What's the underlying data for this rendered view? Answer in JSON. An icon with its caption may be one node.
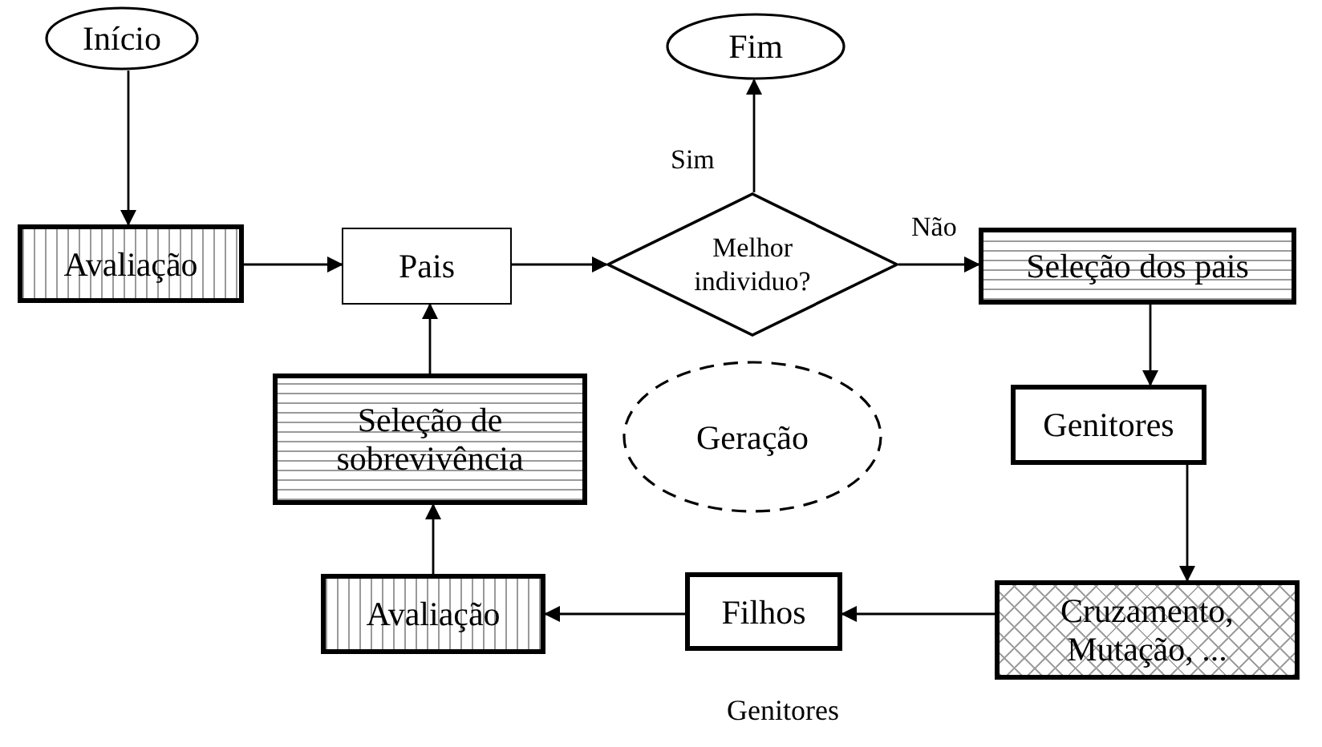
{
  "diagram": {
    "nodes": [
      {
        "text": [
          "Início"
        ]
      },
      {
        "text": [
          "Avaliação"
        ]
      },
      {
        "text": [
          "Pais"
        ]
      },
      {
        "text": [
          "Melhor individuo?"
        ]
      },
      {
        "text": [
          "Fim"
        ]
      },
      {
        "text": [
          "Seleção dos pais"
        ]
      },
      {
        "text": [
          "Genitores"
        ]
      },
      {
        "text": [
          "Cruzamento, Mutação, ..."
        ]
      },
      {
        "text": [
          "Filhos"
        ]
      },
      {
        "text": [
          "Avaliação"
        ]
      },
      {
        "text": [
          "Seleção de sobrevivência"
        ]
      },
      {
        "text": [
          "Geração"
        ]
      }
    ],
    "edges": [
      {
        "from": 0,
        "to": 1,
        "arrow": "to"
      },
      {
        "from": 1,
        "to": 2,
        "arrow": "to"
      },
      {
        "from": 2,
        "to": 3,
        "arrow": "to"
      },
      {
        "from": 3,
        "to": 4,
        "arrow": "to",
        "label": "Sim"
      },
      {
        "from": 3,
        "to": 5,
        "arrow": "to",
        "label": "Não"
      },
      {
        "from": 5,
        "to": 6,
        "arrow": "to"
      },
      {
        "from": 6,
        "to": 7,
        "arrow": "to"
      },
      {
        "from": 7,
        "to": 8,
        "arrow": "to"
      },
      {
        "from": 8,
        "to": 9,
        "arrow": "to"
      },
      {
        "from": 9,
        "to": 10,
        "arrow": "to"
      },
      {
        "from": 10,
        "to": 2,
        "arrow": "to"
      }
    ],
    "labels": [
      "Genitores"
    ]
  }
}
